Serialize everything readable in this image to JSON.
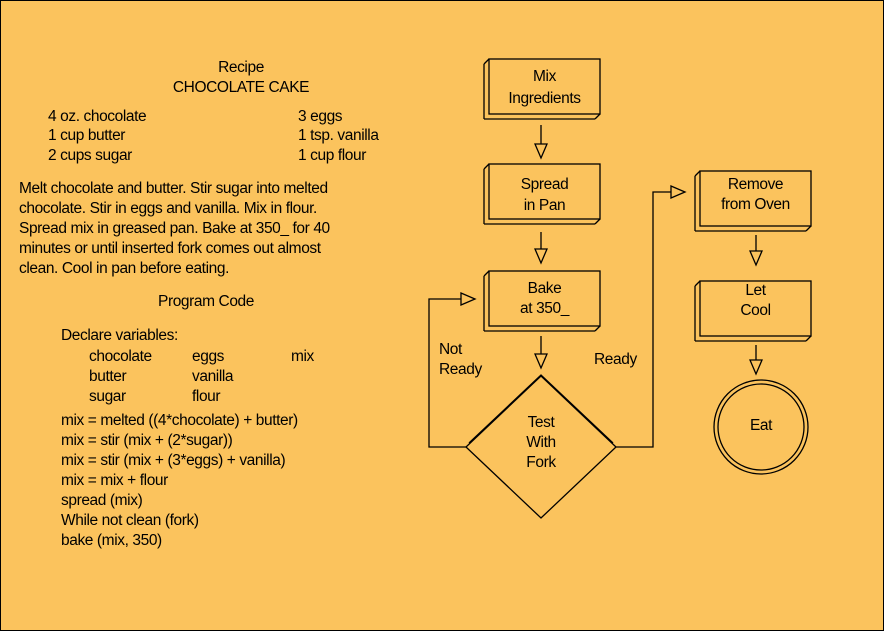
{
  "recipe": {
    "heading": "Recipe",
    "title": "CHOCOLATE CAKE",
    "ingredients_left": [
      "4 oz. chocolate",
      "1 cup butter",
      "2 cups sugar"
    ],
    "ingredients_right": [
      "3 eggs",
      "1 tsp. vanilla",
      "1 cup flour"
    ],
    "instructions": [
      "Melt chocolate and butter.  Stir sugar into melted",
      "chocolate. Stir in eggs and vanilla.  Mix in flour.",
      "Spread  mix in greased pan.  Bake at 350_ for 40",
      "minutes or until inserted fork comes out almost",
      "clean. Cool in pan before eating."
    ]
  },
  "program": {
    "heading": "Program Code",
    "declare": "Declare variables:",
    "variables": [
      [
        "chocolate",
        "eggs",
        "mix"
      ],
      [
        "butter",
        "vanilla",
        ""
      ],
      [
        "sugar",
        "flour",
        ""
      ]
    ],
    "code": [
      "mix = melted  ((4*chocolate) + butter)",
      "mix = stir (mix + (2*sugar))",
      "mix = stir (mix + (3*eggs) + vanilla)",
      "mix = mix + flour",
      "spread (mix)",
      "While not clean (fork)",
      "bake (mix, 350)"
    ]
  },
  "flowchart": {
    "mix": [
      "Mix",
      "Ingredients"
    ],
    "spread": [
      "Spread",
      "in Pan"
    ],
    "bake": [
      "Bake",
      "at 350_"
    ],
    "test": [
      "Test",
      "With",
      "Fork"
    ],
    "remove": [
      "Remove",
      "from Oven"
    ],
    "cool": [
      "Let",
      "Cool"
    ],
    "eat": "Eat",
    "not_ready": [
      "Not",
      "Ready"
    ],
    "ready": "Ready"
  }
}
